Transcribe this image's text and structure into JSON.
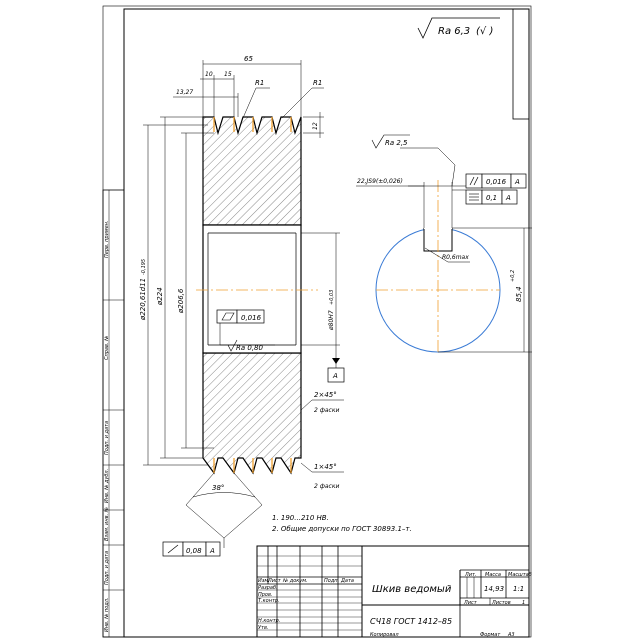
{
  "roughness": {
    "value": "Ra 6,3",
    "extra": "(√ )"
  },
  "dims": {
    "d65": "65",
    "d10": "10",
    "d15": "15",
    "d13": "13,27",
    "r1a": "R1",
    "r1b": "R1",
    "d12": "12",
    "d220": "ø220,61d11",
    "d220tol": "-0,195",
    "d224": "ø224",
    "d2066": "ø206,6",
    "d80": "ø80H7",
    "d80tol": "+0,03",
    "ra08": "Ra 0,80",
    "flatness": "0,016",
    "chamfer1": "2×45°",
    "chamfer1note": "2 фаски",
    "chamfer2": "1×45°",
    "chamfer2note": "2 фаски",
    "angle": "38°",
    "runout": "0,08",
    "runoutBase": "A",
    "datumA": "A"
  },
  "keyway": {
    "ra": "Ra 2,5",
    "width": "22,JS9(±0,026)",
    "parallel": "0,016",
    "parallelBase": "A",
    "symmetry": "0,1",
    "symmetryBase": "A",
    "radius": "R0,6max",
    "depth": "85,4",
    "depthTol": "+0,2"
  },
  "notes": [
    "1. 190...210 HB.",
    "2. Общие допуски по ГОСТ 30893.1–т."
  ],
  "titleBlock": {
    "name": "Шкив ведомый",
    "material": "СЧ18 ГОСТ 1412–85",
    "litLabel": "Лит.",
    "massLabel": "Масса",
    "scaleLabel": "Масштаб",
    "mass": "14,93",
    "scale": "1:1",
    "sheetLabel": "Лист",
    "sheetsLabel": "Листов",
    "sheets": "1",
    "rows": {
      "izm": "Изм.",
      "list": "Лист",
      "docnum": "№ докум.",
      "sign": "Подп.",
      "date": "Дата",
      "razrab": "Разраб.",
      "prov": "Пров.",
      "tkontr": "Т.контр.",
      "nkontr": "Н.контр.",
      "utv": "Утв."
    },
    "copied": "Копировал",
    "format": "Формат",
    "formatValue": "A3"
  },
  "sideStamps": {
    "perv": "Перв. примен.",
    "sprav": "Справ. №",
    "podpData1": "Подп. и дата",
    "invDubl": "Инв. № дубл.",
    "vzamInv": "Взам. инв. №",
    "podpData2": "Подп. и дата",
    "invPodl": "Инв. № подл."
  }
}
